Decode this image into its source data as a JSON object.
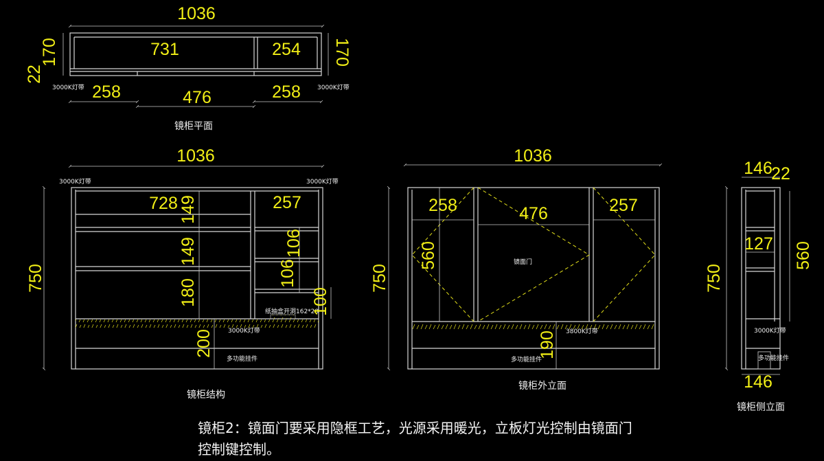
{
  "plan": {
    "title": "镜柜平面",
    "dims": {
      "total": "1036",
      "left": "731",
      "right": "254",
      "depth_l": "170",
      "depth_r": "170",
      "frame": "22",
      "seg1": "258",
      "seg2": "476",
      "seg3": "258"
    },
    "led_l": "3000K灯带",
    "led_r": "3000K灯带"
  },
  "structure": {
    "title": "镜柜结构",
    "dims": {
      "total": "1036",
      "left": "728",
      "right": "257",
      "h": "750",
      "shelf1": "149",
      "shelf2": "149",
      "shelf3": "180",
      "lower": "200",
      "r1": "106",
      "r2": "106",
      "r3": "100"
    },
    "led_tl": "3000K灯带",
    "led_tr": "3000K灯带",
    "led_bottom": "3000K灯带",
    "drawer_note": "纸抽盒开洞162*28",
    "bottom_label": "多功能挂件"
  },
  "front": {
    "title": "镜柜外立面",
    "dims": {
      "total": "1036",
      "left": "258",
      "mid": "476",
      "right": "257",
      "h": "750",
      "door_h": "560",
      "lower": "190"
    },
    "door_label": "镜面门",
    "led": "3800K灯带",
    "bottom_label": "多功能挂件"
  },
  "side": {
    "title": "镜柜侧立面",
    "dims": {
      "top": "146",
      "frame": "22",
      "inner": "127",
      "bottom": "146",
      "h": "750",
      "door_h": "560"
    },
    "led": "3000K灯带",
    "bottom_label": "多功能挂件"
  },
  "note": {
    "line1": "镜柜2：镜面门要采用隐框工艺，光源采用暖光，立板灯光控制由镜面门",
    "line2": "控制键控制。"
  }
}
